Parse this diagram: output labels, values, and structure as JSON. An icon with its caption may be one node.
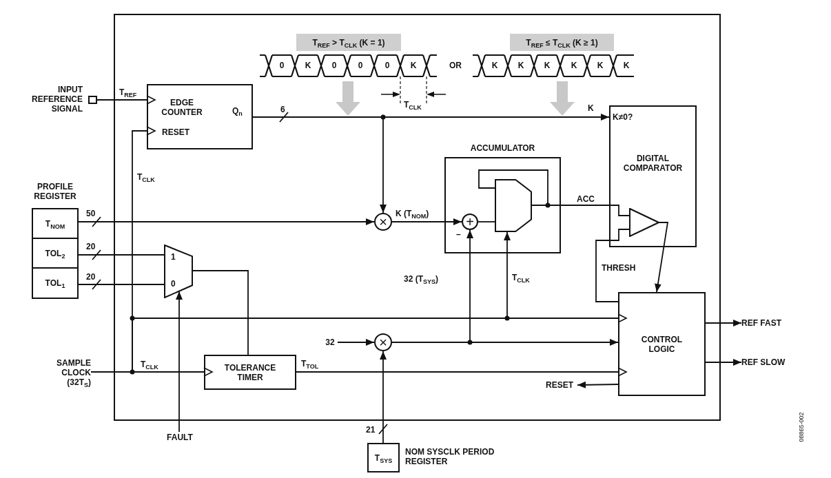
{
  "diagram": {
    "nodes": [
      {
        "text": [],
        "shape": "box"
      },
      {
        "text": [
          "INPUT REFERENCE SIGNAL"
        ]
      },
      {
        "text": [
          "EDGE COUNTER",
          "RESET",
          "Q$_{n}$"
        ],
        "in": 0
      },
      {
        "text": [
          "T$_{REF}$ > T$_{CLK}$ (K = 1)"
        ],
        "in": 0
      },
      {
        "text": [
          "T$_{REF}$ ≤ T$_{CLK}$ (K ≥ 1)"
        ],
        "in": 0
      },
      {
        "text": [
          "PROFILE REGISTER"
        ]
      },
      {
        "text": [
          "T$_{NOM}$"
        ],
        "in": 5
      },
      {
        "text": [
          "TOL$_{2}$"
        ],
        "in": 5
      },
      {
        "text": [
          "TOL$_{1}$"
        ],
        "in": 5
      },
      {
        "text": [
          "1",
          "0"
        ],
        "in": 0
      },
      {
        "text": [
          "×"
        ],
        "in": 0
      },
      {
        "text": [
          "ACCUMULATOR"
        ],
        "in": 0
      },
      {
        "text": [
          "+"
        ],
        "in": 11,
        "beside": [
          "–"
        ]
      },
      {
        "text": [],
        "shape": "pentagon",
        "in": 11
      },
      {
        "text": [
          "K≠0?",
          "DIGITAL COMPARATOR"
        ],
        "in": 0
      },
      {
        "text": [],
        "shape": "triangle",
        "in": 14
      },
      {
        "text": [
          "CONTROL LOGIC"
        ],
        "in": 0
      },
      {
        "text": [
          "TOLERANCE TIMER"
        ],
        "in": 0
      },
      {
        "text": [
          "×"
        ],
        "in": 0
      },
      {
        "text": [
          "32"
        ],
        "in": 0
      },
      {
        "text": [
          "SAMPLE CLOCK (32T$_{S}$)"
        ]
      },
      {
        "text": [
          "FAULT"
        ]
      },
      {
        "text": [
          "T$_{SYS}$"
        ],
        "beside": [
          "NOM SYSCLK PERIOD REGISTER"
        ]
      },
      {
        "text": [
          "RESET"
        ],
        "in": 0
      },
      {
        "text": [
          "REF FAST"
        ]
      },
      {
        "text": [
          "REF SLOW"
        ]
      }
    ],
    "edges": [
      {
        "from": 1,
        "to": 2,
        "arrow": "to",
        "label": "T$_{REF}$"
      },
      {
        "from": 20,
        "to": 2,
        "arrow": "to",
        "label": "T$_{CLK}$"
      },
      {
        "from": 20,
        "to": 17,
        "arrow": "to",
        "label": "T$_{CLK}$"
      },
      {
        "from": 20,
        "to": 16,
        "arrow": "to"
      },
      {
        "from": 20,
        "to": 13,
        "arrow": "to",
        "label": "T$_{CLK}$"
      },
      {
        "from": 2,
        "to": 14,
        "arrow": "to",
        "label": "K"
      },
      {
        "from": 2,
        "to": 10,
        "arrow": "to"
      },
      {
        "from": 6,
        "to": 10,
        "arrow": "to",
        "label": "50"
      },
      {
        "from": 10,
        "to": 12,
        "arrow": "to",
        "label": "K (T$_{NOM}$)"
      },
      {
        "from": 7,
        "to": 9,
        "arrow": "none",
        "label": "20"
      },
      {
        "from": 8,
        "to": 9,
        "arrow": "none",
        "label": "20"
      },
      {
        "from": 9,
        "to": 17,
        "arrow": "none"
      },
      {
        "from": 21,
        "to": 9,
        "arrow": "to"
      },
      {
        "from": 17,
        "to": 16,
        "arrow": "to",
        "label": "T$_{TOL}$"
      },
      {
        "from": 19,
        "to": 18,
        "arrow": "to"
      },
      {
        "from": 22,
        "to": 18,
        "arrow": "to",
        "label": "21"
      },
      {
        "from": 18,
        "to": 12,
        "arrow": "to",
        "label": "32 (T$_{SYS}$)"
      },
      {
        "from": 18,
        "to": 16,
        "arrow": "to"
      },
      {
        "from": 12,
        "to": 13,
        "arrow": "none"
      },
      {
        "from": 13,
        "to": 13,
        "arrow": "none"
      },
      {
        "from": 13,
        "to": 15,
        "arrow": "none",
        "label": "ACC"
      },
      {
        "from": 15,
        "to": 16,
        "arrow": "to"
      },
      {
        "from": 16,
        "to": 15,
        "arrow": "none",
        "label": "THRESH"
      },
      {
        "from": 16,
        "to": 23,
        "arrow": "to"
      },
      {
        "from": 16,
        "to": 24,
        "arrow": "to"
      },
      {
        "from": 16,
        "to": 25,
        "arrow": "to"
      }
    ],
    "labels": [
      "0",
      "K",
      "0",
      "0",
      "0",
      "K",
      "OR",
      "K",
      "K",
      "K",
      "K",
      "K",
      "K",
      "T$_{CLK}$",
      "6",
      "08865-002"
    ]
  }
}
